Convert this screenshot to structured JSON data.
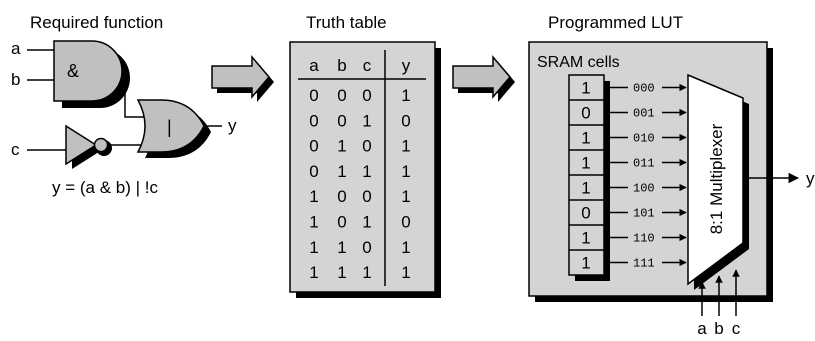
{
  "titles": {
    "required_function": "Required function",
    "truth_table": "Truth table",
    "programmed_lut": "Programmed LUT"
  },
  "gate_circuit": {
    "input_a": "a",
    "input_b": "b",
    "input_c": "c",
    "output_y": "y",
    "and_symbol": "&",
    "or_symbol": "|",
    "equation": "y = (a & b) | !c"
  },
  "truth_table": {
    "headers": [
      "a",
      "b",
      "c",
      "y"
    ],
    "rows": [
      [
        "0",
        "0",
        "0",
        "1"
      ],
      [
        "0",
        "0",
        "1",
        "0"
      ],
      [
        "0",
        "1",
        "0",
        "1"
      ],
      [
        "0",
        "1",
        "1",
        "1"
      ],
      [
        "1",
        "0",
        "0",
        "1"
      ],
      [
        "1",
        "0",
        "1",
        "0"
      ],
      [
        "1",
        "1",
        "0",
        "1"
      ],
      [
        "1",
        "1",
        "1",
        "1"
      ]
    ]
  },
  "lut": {
    "sram_label": "SRAM cells",
    "cells": [
      "1",
      "0",
      "1",
      "1",
      "1",
      "0",
      "1",
      "1"
    ],
    "mux_inputs": [
      "000",
      "001",
      "010",
      "011",
      "100",
      "101",
      "110",
      "111"
    ],
    "mux_label": "8:1 Multiplexer",
    "output": "y",
    "select_labels": [
      "a",
      "b",
      "c"
    ]
  },
  "colors": {
    "panel_fill": "#d4d4d4",
    "gate_fill": "#c0c0c0",
    "shadow": "#000000",
    "background": "#ffffff"
  }
}
